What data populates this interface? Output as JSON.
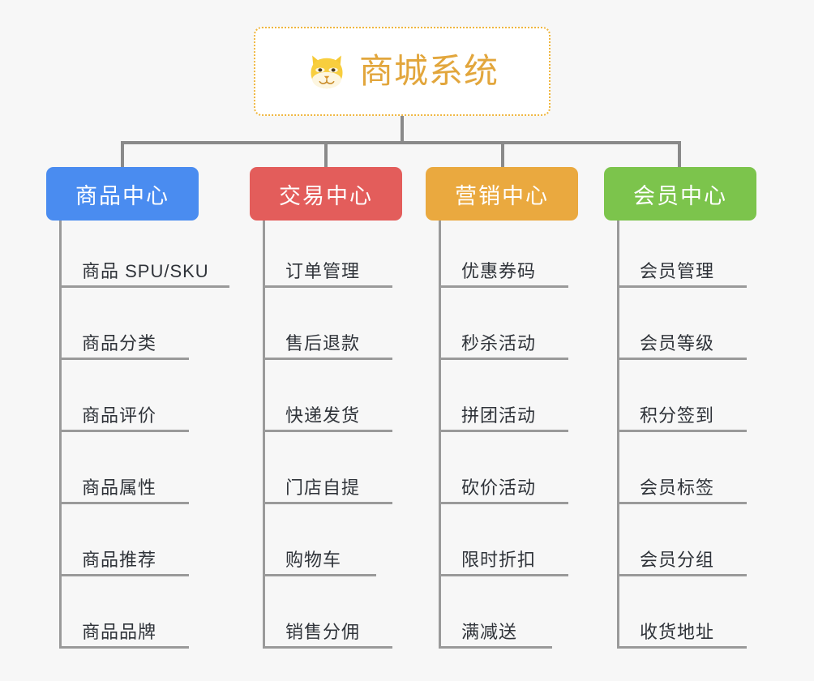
{
  "root": {
    "title": "商城系统",
    "icon": "shiba-mascot-icon",
    "title_color": "#e2a63c",
    "border_color": "#efb63f"
  },
  "connector_color": "#8a8a8a",
  "background_color": "#f7f7f7",
  "branches": [
    {
      "label": "商品中心",
      "color": "#4a8cf0",
      "items": [
        "商品 SPU/SKU",
        "商品分类",
        "商品评价",
        "商品属性",
        "商品推荐",
        "商品品牌"
      ]
    },
    {
      "label": "交易中心",
      "color": "#e35d5b",
      "items": [
        "订单管理",
        "售后退款",
        "快递发货",
        "门店自提",
        "购物车",
        "销售分佣"
      ]
    },
    {
      "label": "营销中心",
      "color": "#eaa93f",
      "items": [
        "优惠券码",
        "秒杀活动",
        "拼团活动",
        "砍价活动",
        "限时折扣",
        "满减送"
      ]
    },
    {
      "label": "会员中心",
      "color": "#7cc44c",
      "items": [
        "会员管理",
        "会员等级",
        "积分签到",
        "会员标签",
        "会员分组",
        "收货地址"
      ]
    }
  ]
}
